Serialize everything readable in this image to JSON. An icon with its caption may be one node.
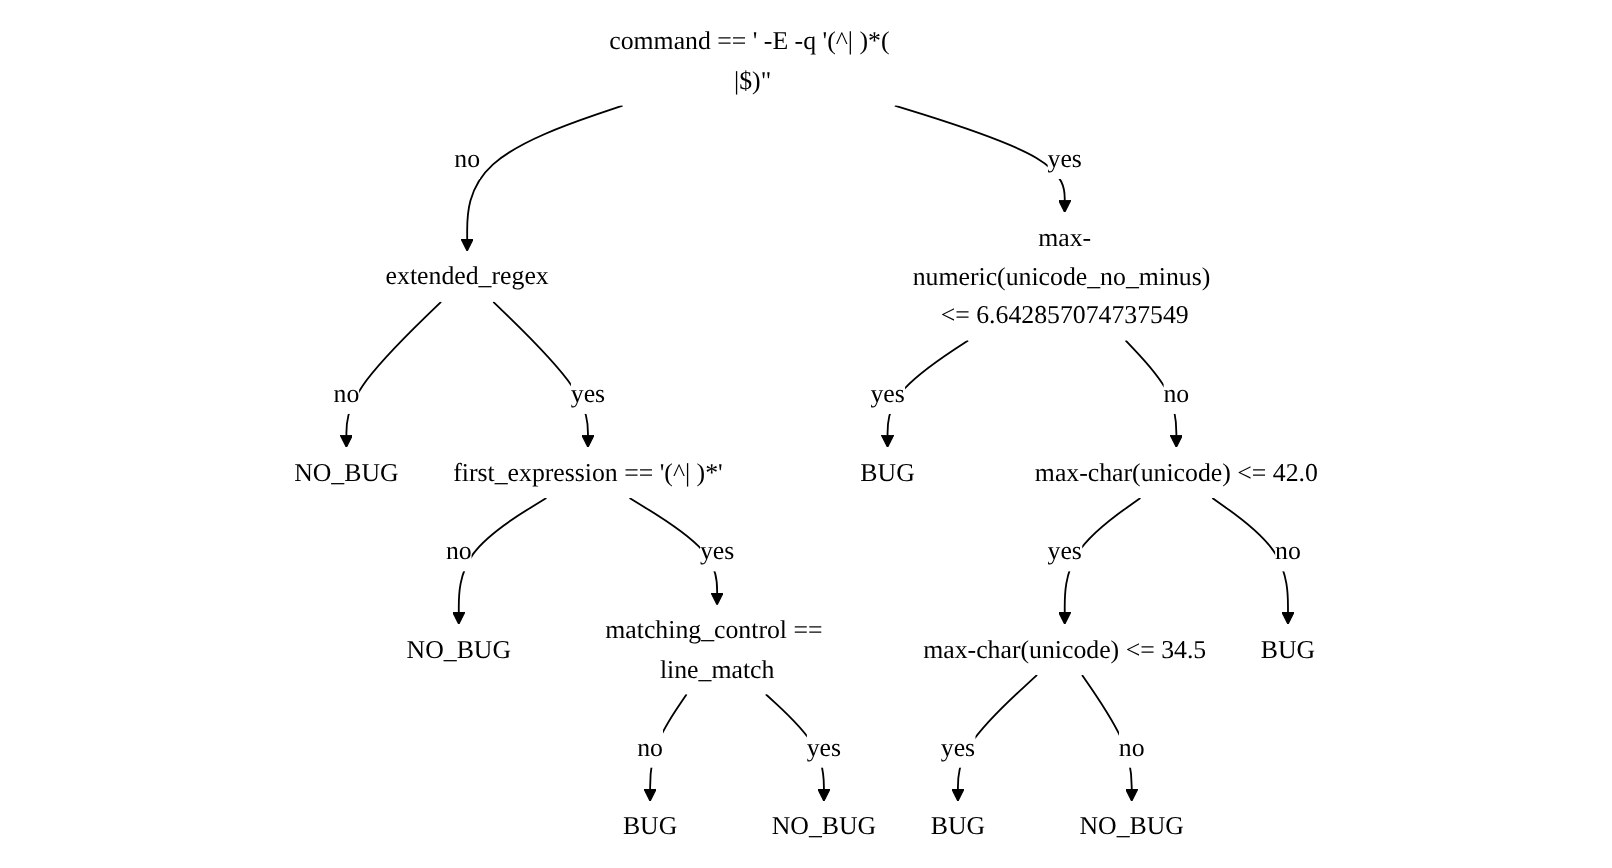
{
  "diagram": {
    "nodes": [
      {
        "text": [
          "command == ' -E -q '(^| )*( |$)\""
        ]
      },
      {
        "text": [
          "extended_regex"
        ]
      },
      {
        "text": [
          "max-numeric(unicode_no_minus) <= 6.642857074737549"
        ]
      },
      {
        "text": [
          "NO_BUG"
        ]
      },
      {
        "text": [
          "first_expression == '(^| )*'"
        ]
      },
      {
        "text": [
          "NO_BUG"
        ]
      },
      {
        "text": [
          "matching_control == line_match"
        ]
      },
      {
        "text": [
          "BUG"
        ]
      },
      {
        "text": [
          "NO_BUG"
        ]
      },
      {
        "text": [
          "BUG"
        ]
      },
      {
        "text": [
          "max-char(unicode) <= 42.0"
        ]
      },
      {
        "text": [
          "max-char(unicode) <= 34.5"
        ]
      },
      {
        "text": [
          "BUG"
        ]
      },
      {
        "text": [
          "BUG"
        ]
      },
      {
        "text": [
          "NO_BUG"
        ]
      }
    ],
    "edges": [
      {
        "from": 0,
        "to": 1,
        "arrow": "to",
        "label": "no"
      },
      {
        "from": 0,
        "to": 2,
        "arrow": "to",
        "label": "yes"
      },
      {
        "from": 1,
        "to": 3,
        "arrow": "to",
        "label": "no"
      },
      {
        "from": 1,
        "to": 4,
        "arrow": "to",
        "label": "yes"
      },
      {
        "from": 4,
        "to": 5,
        "arrow": "to",
        "label": "no"
      },
      {
        "from": 4,
        "to": 6,
        "arrow": "to",
        "label": "yes"
      },
      {
        "from": 6,
        "to": 7,
        "arrow": "to",
        "label": "no"
      },
      {
        "from": 6,
        "to": 8,
        "arrow": "to",
        "label": "yes"
      },
      {
        "from": 2,
        "to": 9,
        "arrow": "to",
        "label": "yes"
      },
      {
        "from": 2,
        "to": 10,
        "arrow": "to",
        "label": "no"
      },
      {
        "from": 10,
        "to": 11,
        "arrow": "to",
        "label": "yes"
      },
      {
        "from": 10,
        "to": 12,
        "arrow": "to",
        "label": "no"
      },
      {
        "from": 11,
        "to": 13,
        "arrow": "to",
        "label": "yes"
      },
      {
        "from": 11,
        "to": 14,
        "arrow": "to",
        "label": "no"
      }
    ]
  }
}
